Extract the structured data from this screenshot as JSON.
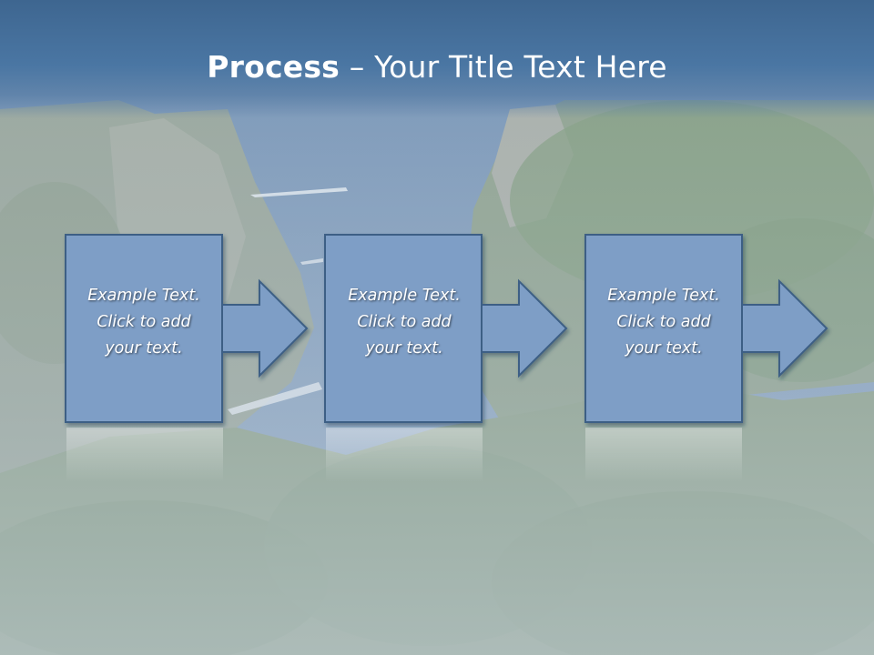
{
  "title": {
    "bold": "Process",
    "rest": " – Your Title Text Here"
  },
  "steps": [
    {
      "lines": [
        "Example Text.",
        "Click  to add",
        "your text."
      ]
    },
    {
      "lines": [
        "Example Text.",
        "Click  to add",
        "your text."
      ]
    },
    {
      "lines": [
        "Example Text.",
        "Click  to add",
        "your text."
      ]
    }
  ],
  "colors": {
    "title_band": "#4a76a3",
    "box_fill": "#7e9ec6",
    "box_stroke": "#3d5f85",
    "text": "#ffffff"
  }
}
